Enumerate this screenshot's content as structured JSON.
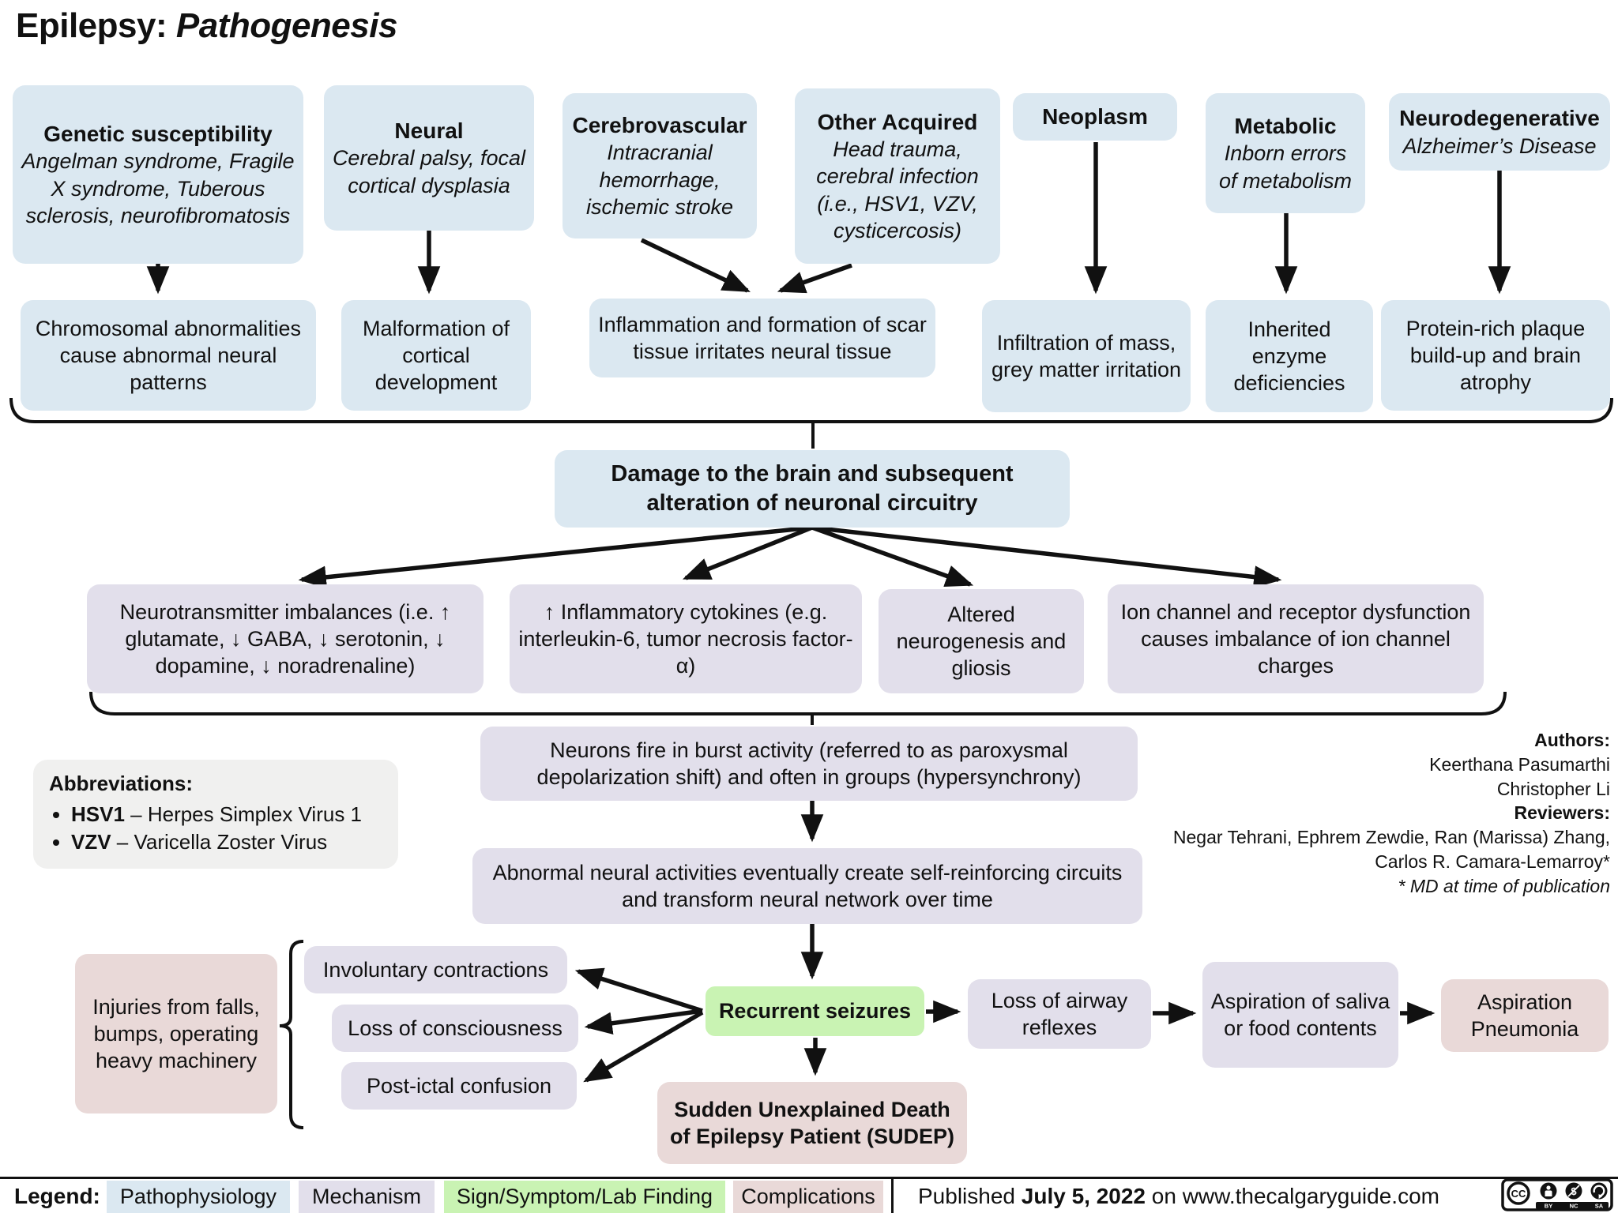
{
  "title": {
    "main": "Epilepsy: ",
    "italic": "Pathogenesis"
  },
  "colors": {
    "pathophysiology": "#dbe8f1",
    "mechanism": "#e2dfeb",
    "sign_symptom": "#c9f3b3",
    "complication": "#e9d9d8",
    "abbreviation_bg": "#f0f0ef",
    "arrow": "#111111"
  },
  "causes": [
    {
      "heading": "Genetic susceptibility",
      "detail": "Angelman syndrome, Fragile X syndrome, Tuberous sclerosis, neurofibromatosis"
    },
    {
      "heading": "Neural",
      "detail": "Cerebral palsy, focal cortical dysplasia"
    },
    {
      "heading": "Cerebrovascular",
      "detail": "Intracranial hemorrhage, ischemic stroke"
    },
    {
      "heading": "Other Acquired",
      "detail": "Head trauma, cerebral infection (i.e., HSV1, VZV, cysticercosis)"
    },
    {
      "heading": "Neoplasm",
      "detail": ""
    },
    {
      "heading": "Metabolic",
      "detail": "Inborn errors of metabolism"
    },
    {
      "heading": "Neurodegenerative",
      "detail": "Alzheimer’s Disease"
    }
  ],
  "effects": [
    "Chromosomal abnormalities cause abnormal neural patterns",
    "Malformation of cortical development",
    "Inflammation and formation of scar tissue irritates neural tissue",
    "Infiltration of mass, grey matter irritation",
    "Inherited enzyme deficiencies",
    "Protein-rich plaque build-up and brain atrophy"
  ],
  "damage": "Damage to the brain and subsequent alteration of neuronal circuitry",
  "mechanisms": [
    "Neurotransmitter imbalances (i.e. ↑ glutamate, ↓ GABA, ↓ serotonin, ↓ dopamine, ↓ noradrenaline)",
    "↑ Inflammatory cytokines (e.g. interleukin-6, tumor necrosis factor-α)",
    "Altered neurogenesis and gliosis",
    "Ion channel and receptor dysfunction causes imbalance of ion channel charges"
  ],
  "burst": "Neurons fire in burst activity (referred to as paroxysmal depolarization shift) and often in groups (hypersynchrony)",
  "reinforce": "Abnormal neural activities eventually create self-reinforcing circuits and transform neural network over time",
  "seizure": {
    "recurrent": "Recurrent seizures",
    "symptoms": [
      "Involuntary contractions",
      "Loss of consciousness",
      "Post-ictal confusion"
    ],
    "injuries": "Injuries from falls, bumps, operating heavy machinery",
    "airway": "Loss of airway reflexes",
    "aspiration": "Aspiration of saliva or food contents",
    "pneumonia": "Aspiration Pneumonia",
    "sudep": "Sudden Unexplained Death of Epilepsy Patient (SUDEP)"
  },
  "abbreviations": {
    "label": "Abbreviations:",
    "items": [
      {
        "abbr": "HSV1",
        "rest": " – Herpes Simplex Virus 1"
      },
      {
        "abbr": "VZV",
        "rest": " – Varicella Zoster Virus"
      }
    ]
  },
  "credits": {
    "authors_label": "Authors:",
    "authors": [
      "Keerthana Pasumarthi",
      "Christopher Li"
    ],
    "reviewers_label": "Reviewers:",
    "reviewers": [
      "Negar Tehrani, Ephrem Zewdie, Ran (Marissa) Zhang,",
      "Carlos R. Camara-Lemarroy*"
    ],
    "note": "* MD at time of publication"
  },
  "legend": {
    "label": "Legend:",
    "items": [
      {
        "label": "Pathophysiology",
        "color": "#dbe8f1"
      },
      {
        "label": "Mechanism",
        "color": "#e2dfeb"
      },
      {
        "label": "Sign/Symptom/Lab Finding",
        "color": "#c9f3b3"
      },
      {
        "label": "Complications",
        "color": "#e9d9d8"
      }
    ]
  },
  "footer": {
    "published_prefix": "Published ",
    "date": "July 5, 2022",
    "published_mid": " on ",
    "site": "www.thecalgaryguide.com",
    "license": {
      "cc": "CC",
      "parts": [
        "BY",
        "NC",
        "SA"
      ]
    }
  }
}
